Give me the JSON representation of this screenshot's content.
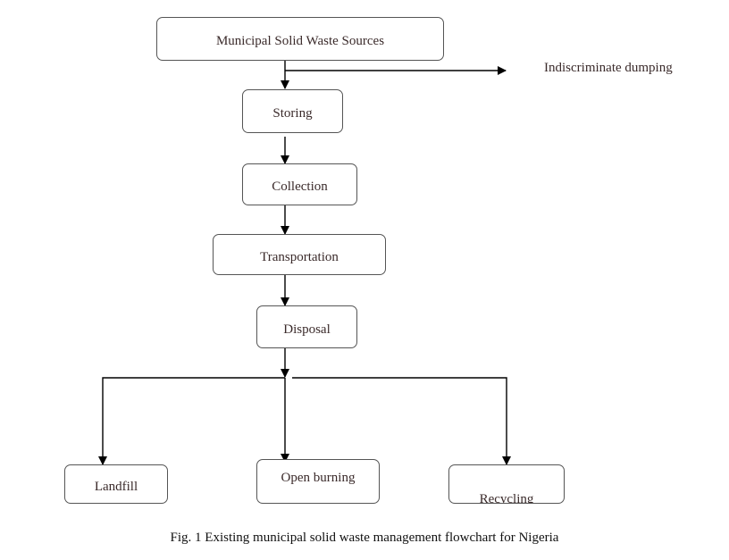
{
  "diagram": {
    "type": "flowchart",
    "nodes": {
      "sources": "Municipal Solid Waste Sources",
      "storing": "Storing",
      "collection": "Collection",
      "transportation": "Transportation",
      "disposal": "Disposal",
      "landfill": "Landfill",
      "open_burning": "Open burning",
      "recycling": "Recycling"
    },
    "side_output": "Indiscriminate dumping",
    "edges": [
      [
        "sources",
        "storing"
      ],
      [
        "sources",
        "indiscriminate_dumping"
      ],
      [
        "storing",
        "collection"
      ],
      [
        "collection",
        "transportation"
      ],
      [
        "transportation",
        "disposal"
      ],
      [
        "disposal",
        "landfill"
      ],
      [
        "disposal",
        "open_burning"
      ],
      [
        "disposal",
        "recycling"
      ]
    ]
  },
  "caption": "Fig. 1 Existing municipal solid waste management flowchart for Nigeria"
}
